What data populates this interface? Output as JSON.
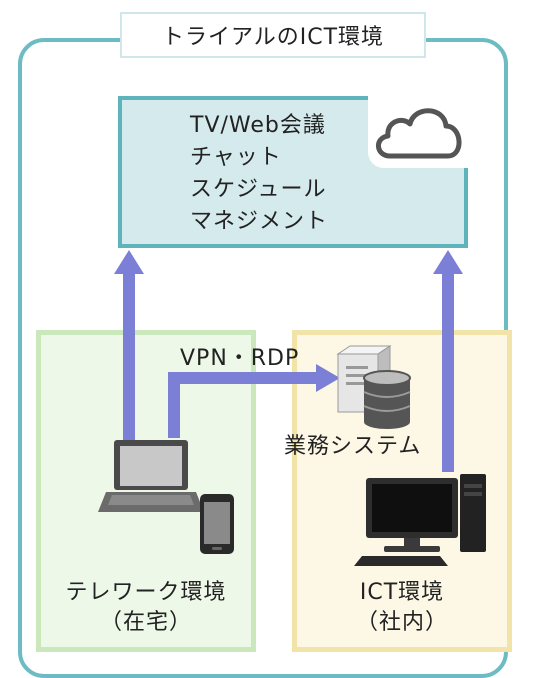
{
  "title": "トライアルのICT環境",
  "cloud": {
    "lines": [
      "TV/Web会議",
      "チャット",
      "スケジュール",
      "マネジメント"
    ]
  },
  "connection_label": "VPN・RDP",
  "server_label": "業務システム",
  "zones": {
    "home": {
      "line1": "テレワーク環境",
      "line2": "（在宅）"
    },
    "office": {
      "line1": "ICT環境",
      "line2": "（社内）"
    }
  },
  "colors": {
    "outer_border": "#6dbcc3",
    "cloud_fill": "#d5eaed",
    "home_fill": "#eef8e8",
    "office_fill": "#fdf8e6",
    "arrow": "#7b7fd6"
  }
}
